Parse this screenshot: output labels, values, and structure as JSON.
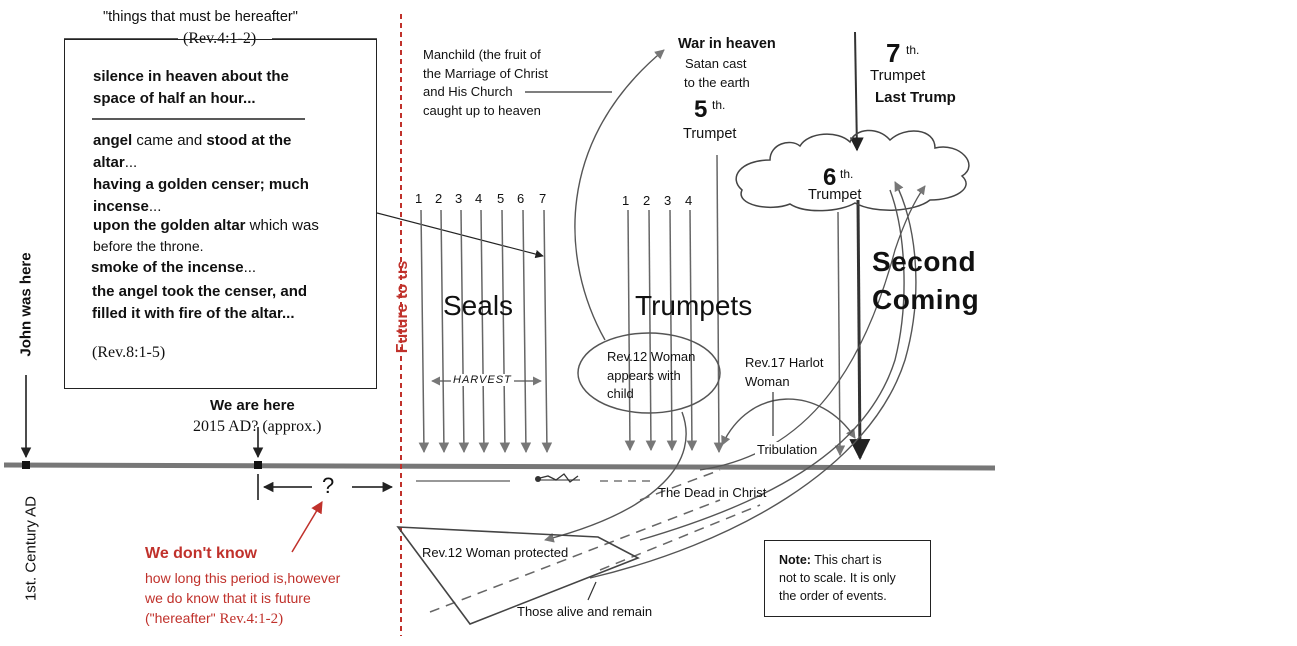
{
  "box": {
    "header_quote": "\"things that must be hereafter\"",
    "header_ref": "(Rev.4:1-2)",
    "silence_line1": "silence in heaven about the",
    "silence_line2": "space of half an hour...",
    "angel_bold": "angel",
    "angel_mid": " came and ",
    "angel_bold2": "stood at the",
    "altar_bold": "altar",
    "altar_tail": "...",
    "censer_line1": "having a golden censer; much",
    "censer_line2_bold": "incense",
    "censer_line2_tail": "...",
    "upon_bold": "upon the golden altar",
    "upon_tail": " which was",
    "throne": "before the throne.",
    "smoke_bold": "smoke of the incense",
    "smoke_tail": "...",
    "took_line1": "the angel took the censer, and",
    "took_line2": "filled it with fire of the altar...",
    "ref": "(Rev.8:1-5)"
  },
  "timeline": {
    "john_was_here": "John was here",
    "first_century": "1st. Century AD",
    "we_are_here": "We are here",
    "year": "2015 AD? (approx.)",
    "question": "?",
    "future_to_us": "Future to us"
  },
  "unknown": {
    "title": "We don't know",
    "line1": "how long this period is,however",
    "line2": "we do know that it is future",
    "line3_a": "(\"hereafter\" ",
    "line3_ref": "Rev.4:1-2)"
  },
  "seals": {
    "label": "Seals",
    "numbers": [
      "1",
      "2",
      "3",
      "4",
      "5",
      "6",
      "7"
    ],
    "harvest": "HARVEST"
  },
  "trumpets": {
    "label": "Trumpets",
    "numbers": [
      "1",
      "2",
      "3",
      "4"
    ]
  },
  "manchild": {
    "line1": "Manchild (the fruit of",
    "line2": "the Marriage of Christ",
    "line3": "and His Church",
    "line4": "caught up to heaven"
  },
  "war": {
    "title": "War in heaven",
    "line1": "Satan cast",
    "line2": "to the earth"
  },
  "fifth": {
    "num": "5",
    "sup": "th.",
    "word": "Trumpet"
  },
  "sixth": {
    "num": "6",
    "sup": "th.",
    "word": "Trumpet"
  },
  "seventh": {
    "num": "7",
    "sup": "th.",
    "word": "Trumpet",
    "last": "Last Trump"
  },
  "second_coming": {
    "line1": "Second",
    "line2": "Coming"
  },
  "woman12": {
    "line1": "Rev.12 Woman",
    "line2": "appears with",
    "line3": "child"
  },
  "harlot": {
    "line1": "Rev.17 Harlot",
    "line2": "Woman"
  },
  "tribulation": "Tribulation",
  "dead_in_christ": "The Dead in Christ",
  "woman_protected": "Rev.12 Woman protected",
  "alive_remain": "Those alive and remain",
  "note": {
    "bold": "Note:",
    "line1_tail": " This chart is",
    "line2": "not to scale. It is only",
    "line3": "the order of events."
  },
  "colors": {
    "accent_red": "#c0312b",
    "ink": "#111111",
    "timeline": "#777777"
  }
}
